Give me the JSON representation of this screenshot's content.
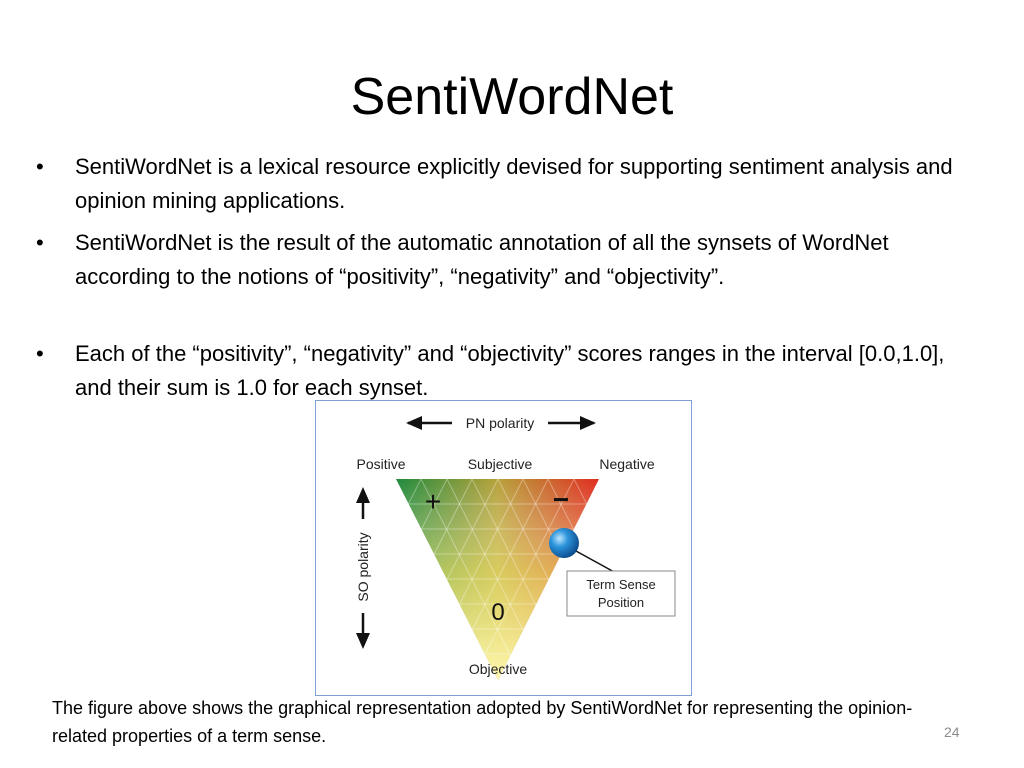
{
  "slide": {
    "title": "SentiWordNet",
    "bullets": [
      "SentiWordNet is a lexical resource explicitly devised for supporting sentiment analysis and opinion mining applications.",
      "SentiWordNet is the result of the automatic annotation of all the synsets of WordNet according to the notions of “positivity”, “negativity” and “objectivity”.",
      "Each of the “positivity”, “negativity” and “objectivity” scores ranges in the interval [0.0,1.0], and their sum is 1.0 for each synset."
    ],
    "bullet_symbol": "•",
    "caption": "The figure above shows the graphical representation adopted by SentiWordNet  for representing the opinion-related properties of a term sense.",
    "page_number": "24"
  },
  "figure": {
    "pn_polarity": "PN polarity",
    "so_polarity": "SO polarity",
    "positive": "Positive",
    "subjective": "Subjective",
    "negative": "Negative",
    "objective": "Objective",
    "plus_sign": "+",
    "minus_sign": "−",
    "zero_sign": "0",
    "term_sense_line1": "Term Sense",
    "term_sense_line2": "Position",
    "colors": {
      "positive": "#1f8a3c",
      "negative": "#e02c1f",
      "objective": "#fff59a",
      "frame": "#7d9fd4",
      "sphere": "#1a7fc9"
    }
  }
}
